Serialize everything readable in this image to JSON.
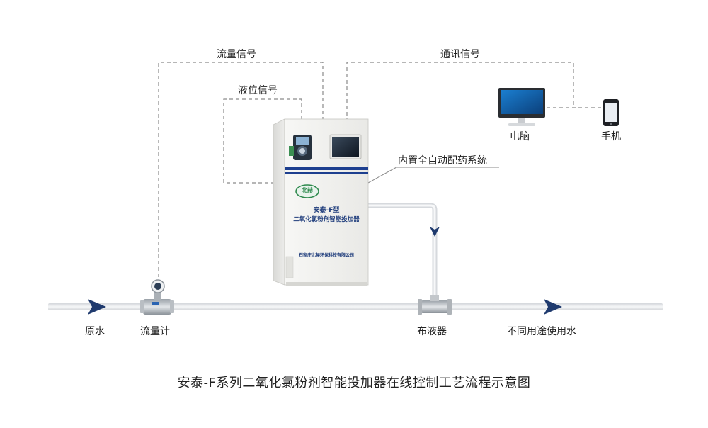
{
  "labels": {
    "flow_signal": "流量信号",
    "level_signal": "液位信号",
    "comm_signal": "通讯信号",
    "computer": "电脑",
    "phone": "手机",
    "builtin_system": "内置全自动配药系统",
    "raw_water": "原水",
    "flowmeter": "流量计",
    "distributor": "布液器",
    "end_use": "不同用途使用水"
  },
  "cabinet": {
    "logo_text": "北赫",
    "model": "安泰-F型",
    "product_name": "二氧化氯粉剂智能投加器",
    "company": "石家庄北赫环保科技有限公司"
  },
  "caption": "安泰-F系列二氧化氯粉剂智能投加器在线控制工艺流程示意图",
  "colors": {
    "pipe": "#e6e8eb",
    "dash_line": "#8a8a8a",
    "arrow": "#1f3a6e",
    "cabinet_body": "#f2f2f0",
    "stripe": "#1d3f8f"
  }
}
